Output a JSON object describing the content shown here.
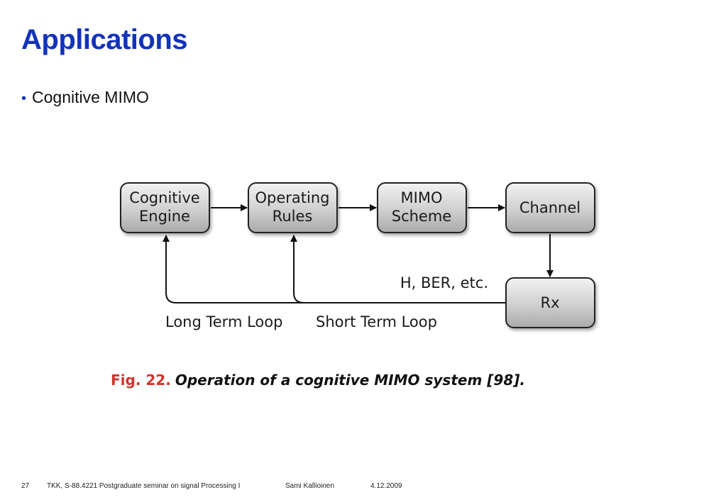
{
  "slide": {
    "title": "Applications",
    "bullet": "Cognitive MIMO"
  },
  "diagram": {
    "boxes": [
      {
        "line1": "Cognitive",
        "line2": "Engine"
      },
      {
        "line1": "Operating",
        "line2": "Rules"
      },
      {
        "line1": "MIMO",
        "line2": "Scheme"
      },
      {
        "line1": "Channel",
        "line2": ""
      },
      {
        "line1": "Rx",
        "line2": ""
      }
    ],
    "feedback_label": "H, BER, etc.",
    "long_loop_label": "Long Term Loop",
    "short_loop_label": "Short Term Loop"
  },
  "caption": {
    "fig": "Fig. 22.",
    "text": "Operation of a cognitive MIMO system [98]."
  },
  "footer": {
    "page": "27",
    "course": "TKK, S-88.4221 Postgraduate seminar on signal Processing I",
    "author": "Sami Kallioinen",
    "date": "4.12.2009"
  }
}
